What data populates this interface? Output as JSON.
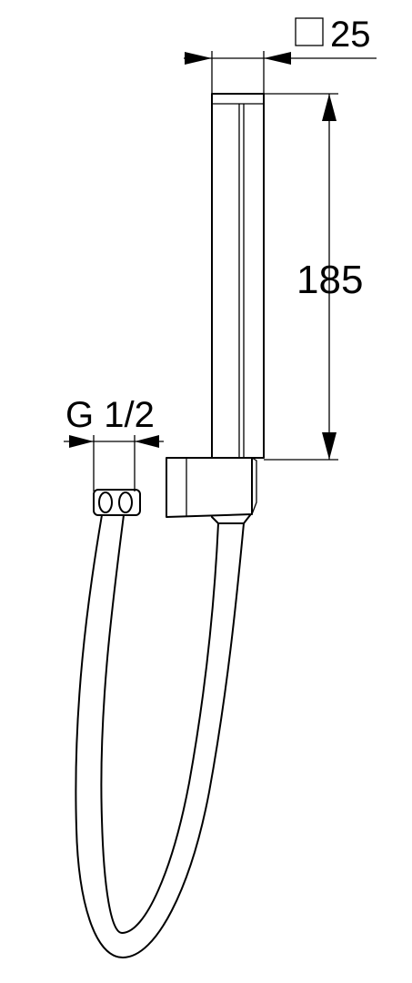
{
  "dimensions": {
    "square_symbol": "square-icon",
    "width_value": "25",
    "length_value": "185",
    "thread_value": "G 1/2"
  },
  "colors": {
    "line": "#000000",
    "background": "#ffffff"
  }
}
